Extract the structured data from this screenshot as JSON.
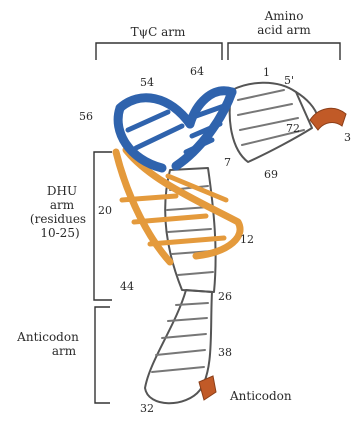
{
  "colors": {
    "t_psi_c_arm": "#2f63ad",
    "dhu_arm": "#e49a3c",
    "anticodon_highlight": "#c15a27",
    "body_fill": "#f4f4f4",
    "outline": "#555555"
  },
  "labels": {
    "t_psi_c_arm": "TψC arm",
    "amino_acid_arm_line1": "Amino",
    "amino_acid_arm_line2": "acid arm",
    "dhu_arm_line1": "DHU",
    "dhu_arm_line2": "arm",
    "dhu_arm_line3": "(residues",
    "dhu_arm_line4": "10-25)",
    "anticodon_arm_line1": "Anticodon",
    "anticodon_arm_line2": "arm",
    "anticodon": "Anticodon",
    "five_prime": "5'",
    "three_prime": "3"
  },
  "residues": {
    "r1": "1",
    "r54": "54",
    "r64": "64",
    "r56": "56",
    "r72": "72",
    "r7": "7",
    "r69": "69",
    "r20": "20",
    "r12": "12",
    "r44": "44",
    "r26": "26",
    "r38": "38",
    "r32": "32"
  }
}
